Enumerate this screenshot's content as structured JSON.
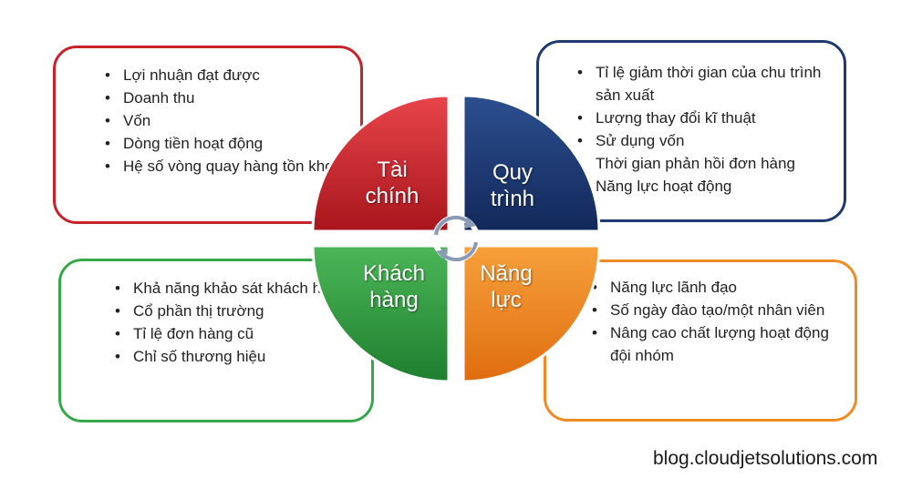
{
  "colors": {
    "finance": "#c8232c",
    "process": "#1f3a6e",
    "customer": "#37a84a",
    "capability": "#f08a24"
  },
  "quadrants": {
    "finance": {
      "line1": "Tài",
      "line2": "chính"
    },
    "process": {
      "line1": "Quy",
      "line2": "trình"
    },
    "customer": {
      "line1": "Khách",
      "line2": "hàng"
    },
    "capability": {
      "line1": "Năng",
      "line2": "lực"
    }
  },
  "boxes": {
    "finance": [
      "Lợi nhuận đạt được",
      "Doanh thu",
      "Vốn",
      "Dòng tiền hoạt động",
      "Hệ số vòng quay hàng tồn kho"
    ],
    "process": [
      "Tỉ lệ giảm thời gian của chu trình sản xuất",
      "Lượng thay đổi kĩ thuật",
      "Sử dụng vốn",
      "Thời gian phản hồi đơn hàng",
      "Năng lực hoạt động"
    ],
    "customer": [
      "Khả năng khảo sát khách hàng",
      "Cổ phần thị trường",
      "Tỉ lệ đơn hàng cũ",
      "Chỉ số thương hiệu"
    ],
    "capability": [
      "Năng lực lãnh đạo",
      "Số ngày đào tạo/một nhân viên",
      "Nâng cao chất lượng hoạt động đội nhóm"
    ]
  },
  "watermark": "blog.cloudjetsolutions.com"
}
